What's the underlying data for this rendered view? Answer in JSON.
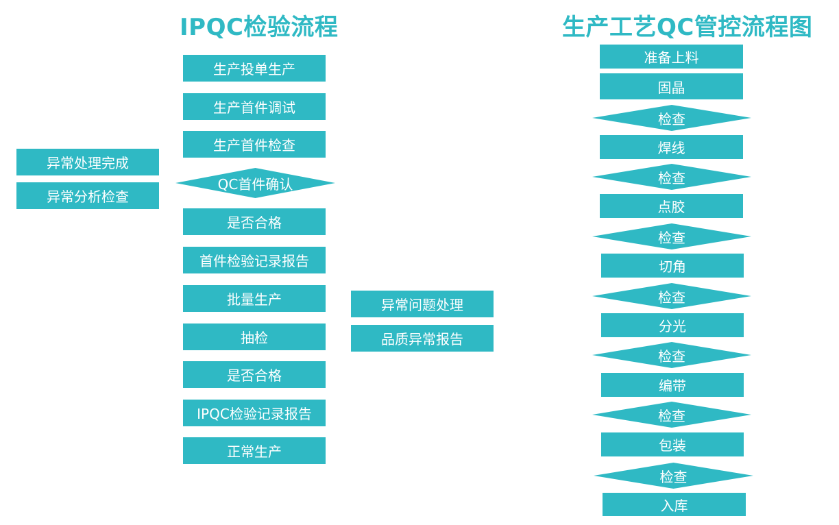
{
  "ipqc": {
    "title": "IPQC检验流程",
    "steps": [
      "生产投单生产",
      "生产首件调试",
      "生产首件检查",
      "QC首件确认",
      "是否合格",
      "首件检验记录报告",
      "批量生产",
      "抽检",
      "是否合格",
      "IPQC检验记录报告",
      "正常生产"
    ],
    "left_branch": [
      "异常处理完成",
      "异常分析检查"
    ],
    "right_branch": [
      "异常问题处理",
      "品质异常报告"
    ]
  },
  "process": {
    "title": "生产工艺QC管控流程图",
    "steps": [
      "准备上料",
      "固晶",
      "检查",
      "焊线",
      "检查",
      "点胶",
      "检查",
      "切角",
      "检查",
      "分光",
      "检查",
      "编带",
      "检查",
      "包装",
      "检查",
      "入库"
    ]
  },
  "colors": {
    "accent": "#2fb9c4"
  }
}
